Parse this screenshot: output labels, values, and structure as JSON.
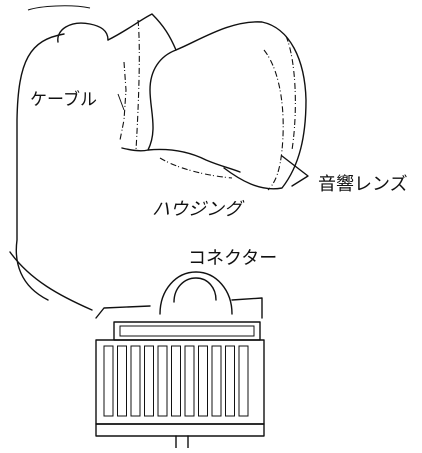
{
  "labels": {
    "cable": "ケーブル",
    "acoustic_lens": "音響レンズ",
    "housing": "ハウジング",
    "connector": "コネクター"
  }
}
